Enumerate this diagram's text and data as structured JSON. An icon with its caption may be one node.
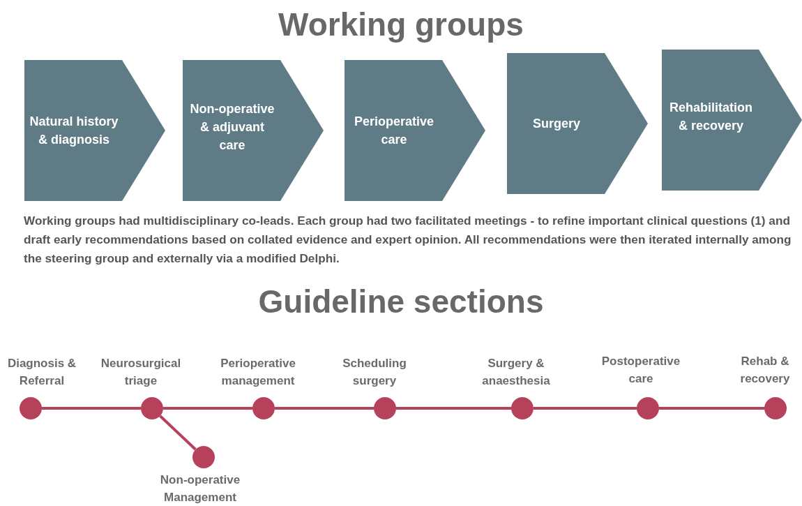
{
  "diagram": {
    "title": "Working groups",
    "nodes": [
      {
        "text": [
          "Natural history & diagnosis"
        ]
      },
      {
        "text": [
          "Non-operative & adjuvant care"
        ]
      },
      {
        "text": [
          "Perioperative care"
        ]
      },
      {
        "text": [
          "Surgery"
        ]
      },
      {
        "text": [
          "Rehabilitation & recovery"
        ]
      },
      {
        "text": [],
        "shape": "circle",
        "beside": [
          "Diagnosis & Referral"
        ]
      },
      {
        "text": [],
        "shape": "circle",
        "beside": [
          "Neurosurgical triage"
        ]
      },
      {
        "text": [],
        "shape": "circle",
        "beside": [
          "Perioperative management"
        ]
      },
      {
        "text": [],
        "shape": "circle",
        "beside": [
          "Scheduling surgery"
        ]
      },
      {
        "text": [],
        "shape": "circle",
        "beside": [
          "Surgery & anaesthesia"
        ]
      },
      {
        "text": [],
        "shape": "circle",
        "beside": [
          "Postoperative care"
        ]
      },
      {
        "text": [],
        "shape": "circle",
        "beside": [
          "Rehab & recovery"
        ]
      },
      {
        "text": [],
        "shape": "circle",
        "beside": [
          "Non-operative Management"
        ]
      }
    ],
    "edges": [
      {
        "from": 5,
        "to": 6,
        "arrow": "none"
      },
      {
        "from": 6,
        "to": 7,
        "arrow": "none"
      },
      {
        "from": 7,
        "to": 8,
        "arrow": "none"
      },
      {
        "from": 8,
        "to": 9,
        "arrow": "none"
      },
      {
        "from": 9,
        "to": 10,
        "arrow": "none"
      },
      {
        "from": 10,
        "to": 11,
        "arrow": "none"
      },
      {
        "from": 6,
        "to": 12,
        "arrow": "none"
      }
    ],
    "labels": [
      "Working groups had multidisciplinary co-leads.  Each group had two facilitated meetings - to refine important clinical questions (1) and draft early recommendations based on collated evidence and expert opinion.  All recommendations were then iterated internally among the steering group and externally via a modified Delphi.",
      "Guideline sections"
    ]
  }
}
